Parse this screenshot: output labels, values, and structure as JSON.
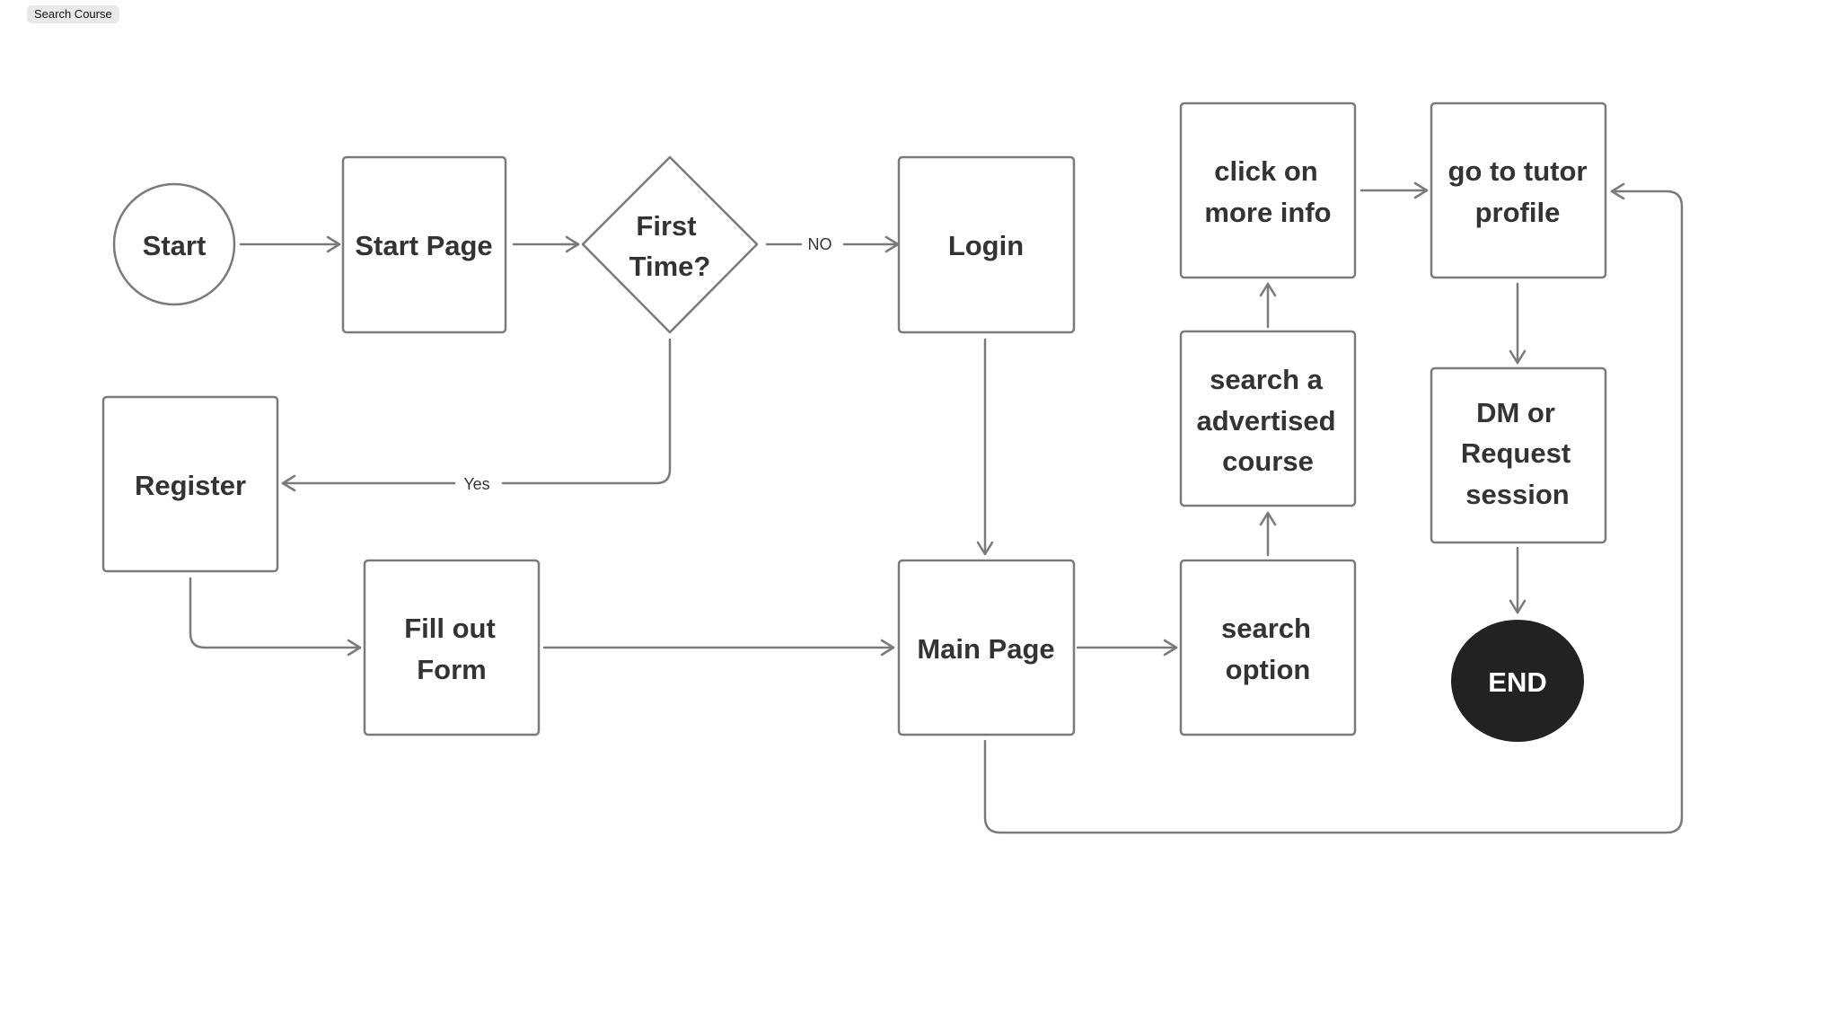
{
  "toolbar": {
    "search_course_label": "Search Course"
  },
  "diagram": {
    "type": "flowchart",
    "nodes": {
      "start": {
        "shape": "circle",
        "lines": [
          "Start"
        ]
      },
      "start_page": {
        "shape": "rect",
        "lines": [
          "Start Page"
        ]
      },
      "first_time": {
        "shape": "diamond",
        "lines": [
          "First",
          "Time?"
        ]
      },
      "login": {
        "shape": "rect",
        "lines": [
          "Login"
        ]
      },
      "register": {
        "shape": "rect",
        "lines": [
          "Register"
        ]
      },
      "fill_form": {
        "shape": "rect",
        "lines": [
          "Fill out",
          "Form"
        ]
      },
      "main_page": {
        "shape": "rect",
        "lines": [
          "Main Page"
        ]
      },
      "search_option": {
        "shape": "rect",
        "lines": [
          "search",
          "option"
        ]
      },
      "search_course": {
        "shape": "rect",
        "lines": [
          "search a",
          "advertised",
          "course"
        ]
      },
      "more_info": {
        "shape": "rect",
        "lines": [
          "click on",
          "more info"
        ]
      },
      "tutor_profile": {
        "shape": "rect",
        "lines": [
          "go to tutor",
          "profile"
        ]
      },
      "dm_request": {
        "shape": "rect",
        "lines": [
          "DM or",
          "Request",
          "session"
        ]
      },
      "end": {
        "shape": "ellipse",
        "lines": [
          "END"
        ]
      }
    },
    "edges": [
      {
        "from": "start",
        "to": "start_page",
        "label": ""
      },
      {
        "from": "start_page",
        "to": "first_time",
        "label": ""
      },
      {
        "from": "first_time",
        "to": "login",
        "label": "NO"
      },
      {
        "from": "first_time",
        "to": "register",
        "label": "Yes"
      },
      {
        "from": "login",
        "to": "main_page",
        "label": ""
      },
      {
        "from": "register",
        "to": "fill_form",
        "label": ""
      },
      {
        "from": "fill_form",
        "to": "main_page",
        "label": ""
      },
      {
        "from": "main_page",
        "to": "search_option",
        "label": ""
      },
      {
        "from": "search_option",
        "to": "search_course",
        "label": ""
      },
      {
        "from": "search_course",
        "to": "more_info",
        "label": ""
      },
      {
        "from": "more_info",
        "to": "tutor_profile",
        "label": ""
      },
      {
        "from": "main_page",
        "to": "tutor_profile",
        "label": ""
      },
      {
        "from": "tutor_profile",
        "to": "dm_request",
        "label": ""
      },
      {
        "from": "dm_request",
        "to": "end",
        "label": ""
      }
    ],
    "colors": {
      "stroke": "#7a7a7a",
      "text": "#333333",
      "end_fill": "#222222",
      "end_text": "#ffffff"
    }
  }
}
